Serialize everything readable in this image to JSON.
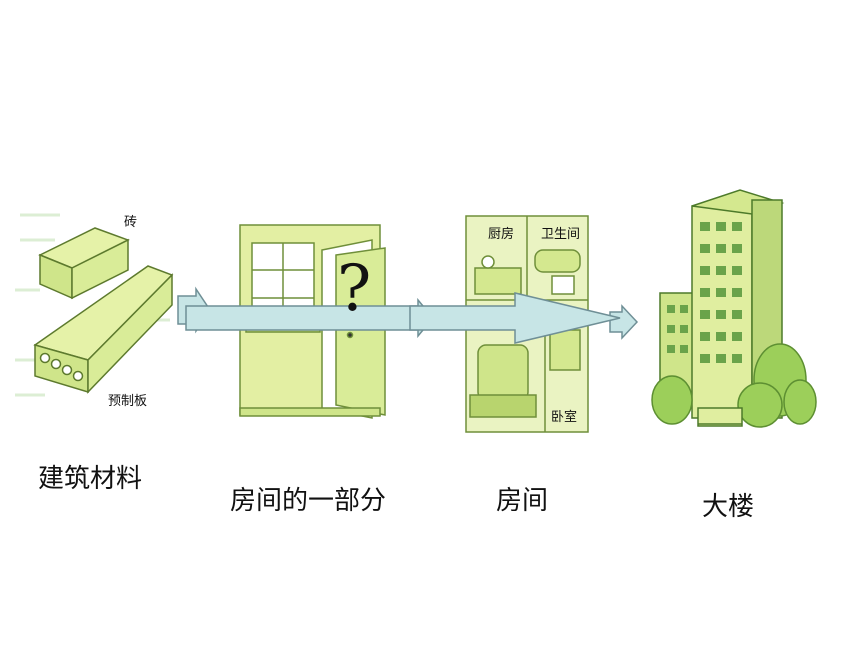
{
  "stages": [
    {
      "caption": "建筑材料",
      "labels": [
        "砖",
        "预制板"
      ]
    },
    {
      "caption": "房间的一部分",
      "labels": []
    },
    {
      "caption": "房间",
      "labels": [
        "厨房",
        "卫生间",
        "卧室"
      ]
    },
    {
      "caption": "大楼",
      "labels": []
    }
  ],
  "question_mark": "?",
  "colors": {
    "green_fill": "#e0eea0",
    "green_line": "#9cc85a",
    "arrow_fill": "#c7e5e6",
    "arrow_stroke": "#6f8f96"
  }
}
